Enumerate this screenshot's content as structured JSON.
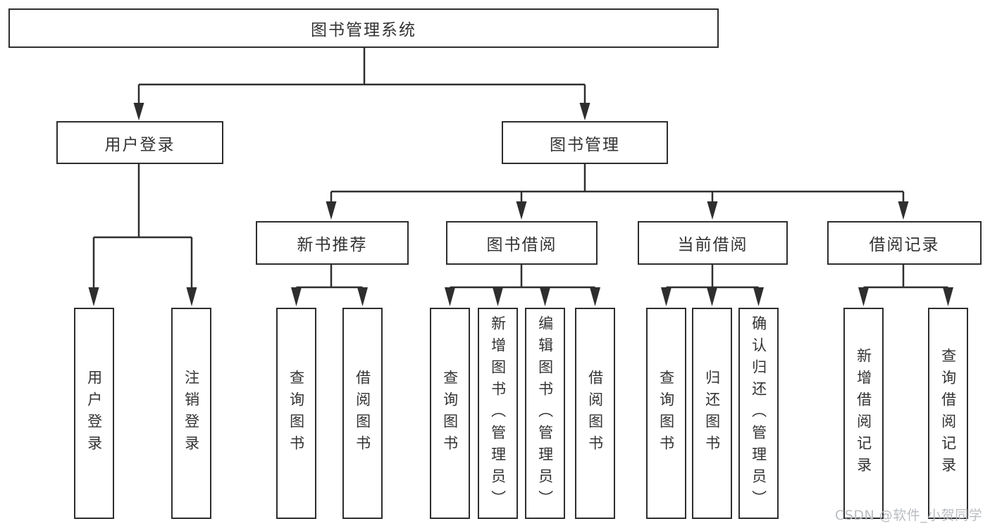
{
  "diagram_title": "图书管理系统",
  "tree": {
    "root": {
      "label": "图书管理系统"
    },
    "user_branch": {
      "label": "用户登录",
      "children": [
        {
          "label": "用户登录"
        },
        {
          "label": "注销登录"
        }
      ]
    },
    "book_branch": {
      "label": "图书管理",
      "groups": [
        {
          "label": "新书推荐",
          "children": [
            {
              "label": "查询图书"
            },
            {
              "label": "借阅图书"
            }
          ]
        },
        {
          "label": "图书借阅",
          "children": [
            {
              "label": "查询图书"
            },
            {
              "label": "新增图书（管理员）"
            },
            {
              "label": "编辑图书（管理员）"
            },
            {
              "label": "借阅图书"
            }
          ]
        },
        {
          "label": "当前借阅",
          "children": [
            {
              "label": "查询图书"
            },
            {
              "label": "归还图书"
            },
            {
              "label": "确认归还（管理员）"
            }
          ]
        },
        {
          "label": "借阅记录",
          "children": [
            {
              "label": "新增借阅记录"
            },
            {
              "label": "查询借阅记录"
            }
          ]
        }
      ]
    }
  },
  "watermark": "CSDN @软件_小贺同学",
  "colors": {
    "line": "#2e2e2e",
    "text": "#333333",
    "watermark": "#b9bdc1",
    "background": "#ffffff"
  }
}
